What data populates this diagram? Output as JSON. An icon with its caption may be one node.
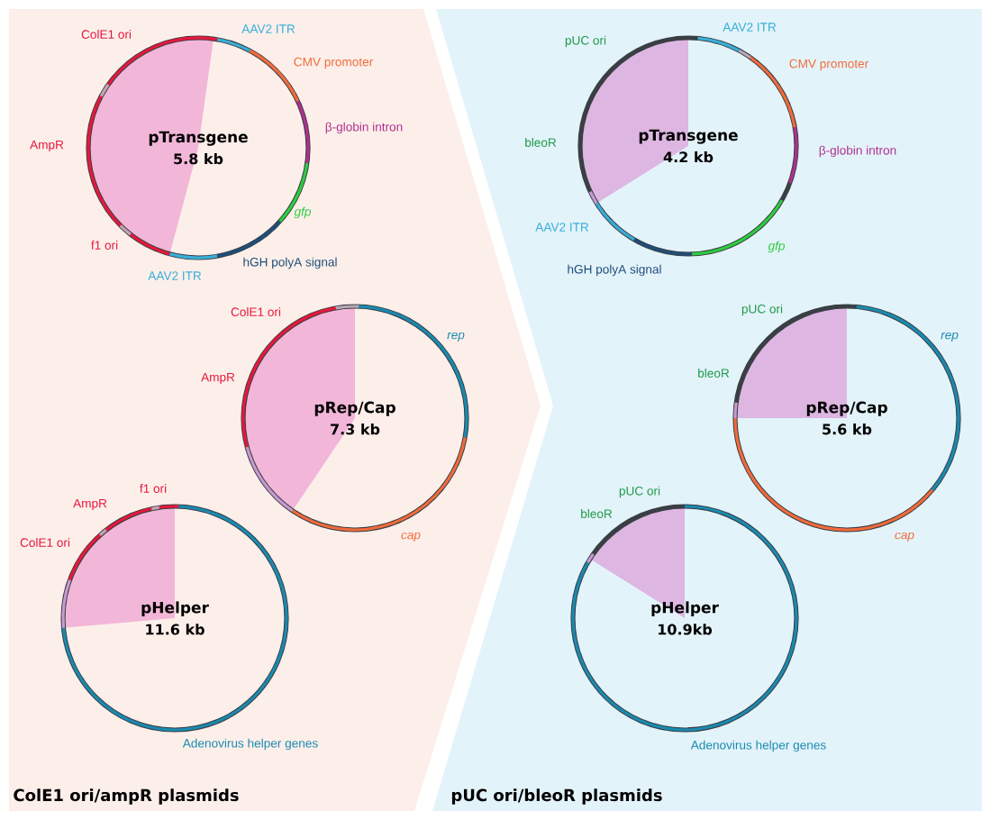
{
  "diagram": {
    "nodes": [
      {
        "text": [
          "ColE1 ori/ampR plasmids"
        ]
      },
      {
        "text": [
          "pTransgene",
          "5.8 kb"
        ],
        "in": 0,
        "beside": [
          "ColE1 ori",
          "AAV2 ITR",
          "CMV promoter",
          "AmpR",
          "β-globin intron",
          "gfp",
          "f1 ori",
          "hGH polyA signal",
          "AAV2 ITR"
        ]
      },
      {
        "text": [
          "pRep/Cap",
          "7.3 kb"
        ],
        "in": 0,
        "beside": [
          "ColE1 ori",
          "rep",
          "AmpR",
          "cap"
        ]
      },
      {
        "text": [
          "pHelper",
          "11.6 kb"
        ],
        "in": 0,
        "beside": [
          "f1 ori",
          "AmpR",
          "ColE1 ori",
          "Adenovirus helper genes"
        ]
      },
      {
        "text": [
          "pUC ori/bleoR plasmids"
        ]
      },
      {
        "text": [
          "pTransgene",
          "4.2 kb"
        ],
        "in": 4,
        "beside": [
          "AAV2 ITR",
          "pUC ori",
          "CMV promoter",
          "bleoR",
          "β-globin intron",
          "AAV2 ITR",
          "gfp",
          "hGH polyA signal"
        ]
      },
      {
        "text": [
          "pRep/Cap",
          "5.6 kb"
        ],
        "in": 4,
        "beside": [
          "pUC ori",
          "rep",
          "bleoR",
          "cap"
        ]
      },
      {
        "text": [
          "pHelper",
          "10.9kb"
        ],
        "in": 4,
        "beside": [
          "pUC ori",
          "bleoR",
          "Adenovirus helper genes"
        ]
      }
    ]
  }
}
